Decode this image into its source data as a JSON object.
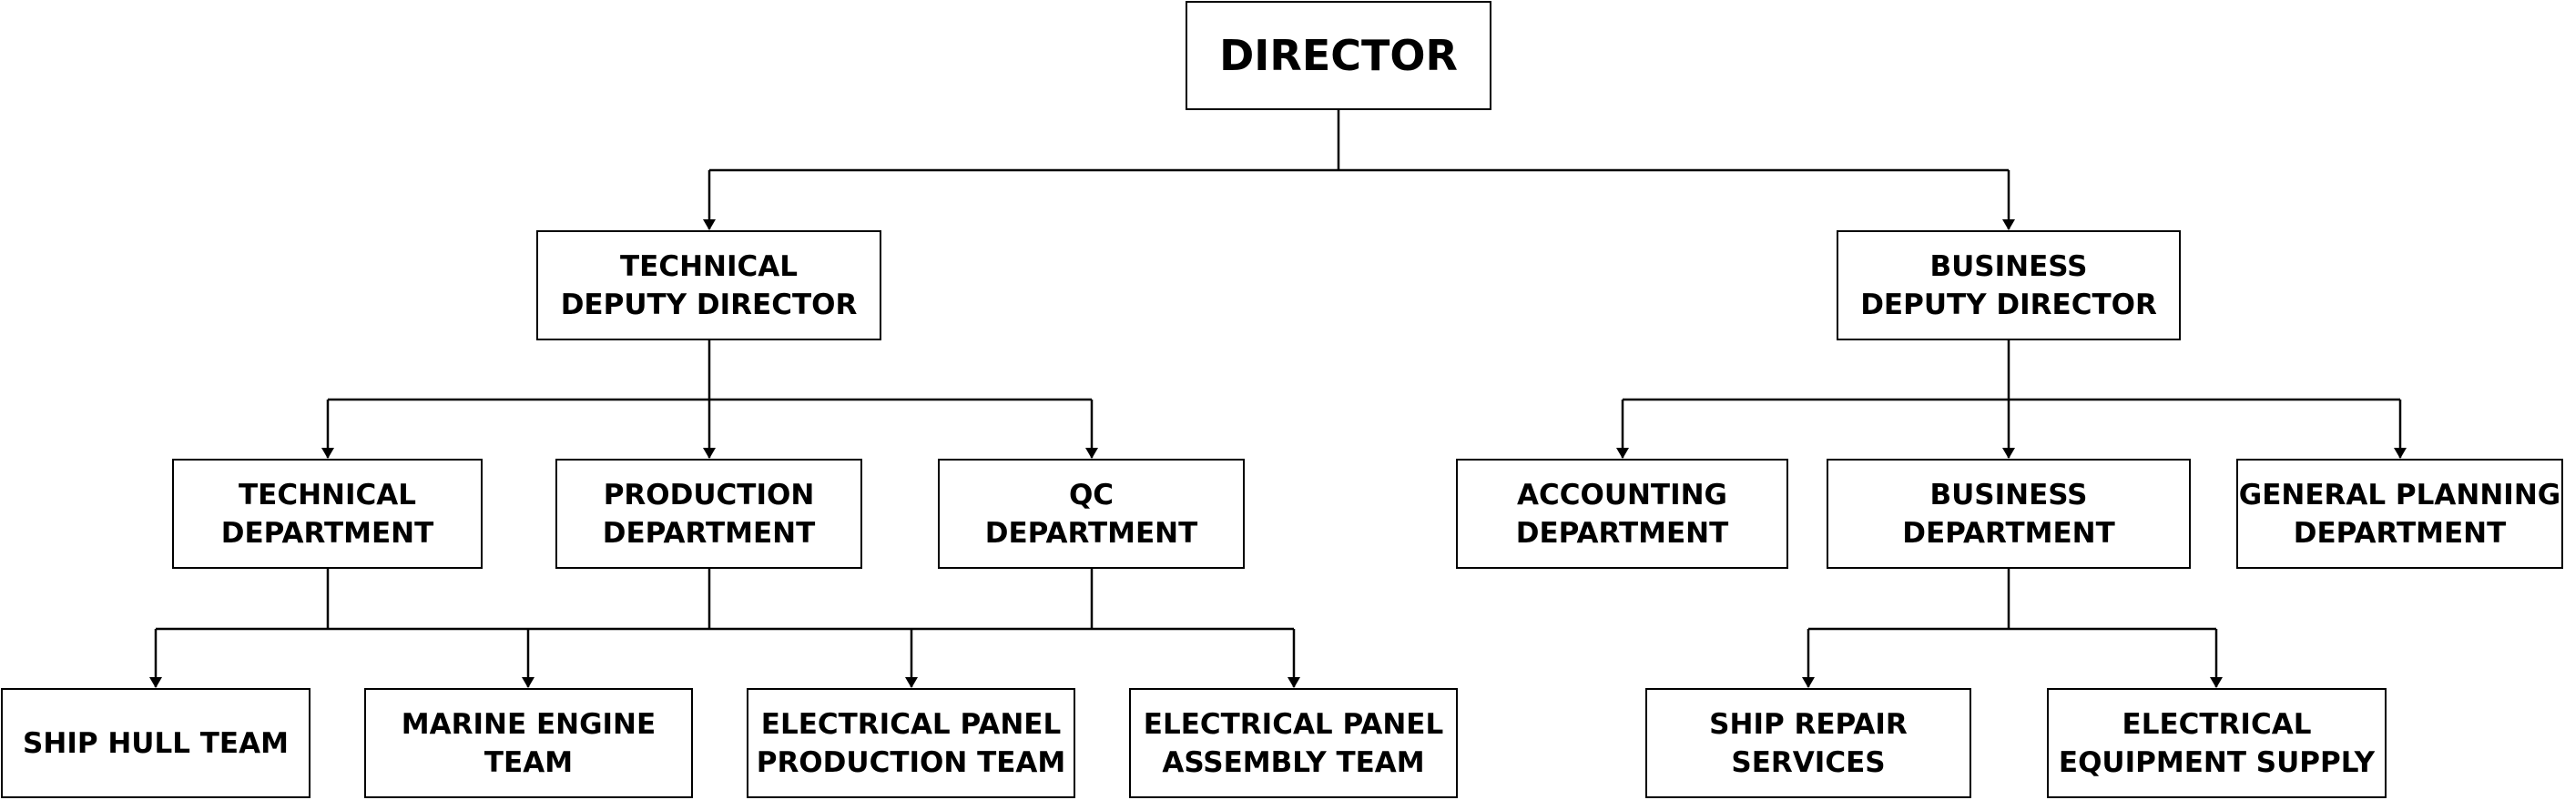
{
  "colors": {
    "line": "#000000",
    "box_border": "#000000",
    "box_fill": "#ffffff",
    "text": "#000000"
  },
  "nodes": {
    "director": {
      "lines": [
        "DIRECTOR"
      ]
    },
    "technical_deputy": {
      "lines": [
        "TECHNICAL",
        "DEPUTY DIRECTOR"
      ]
    },
    "business_deputy": {
      "lines": [
        "BUSINESS",
        "DEPUTY DIRECTOR"
      ]
    },
    "technical_department": {
      "lines": [
        "TECHNICAL",
        "DEPARTMENT"
      ]
    },
    "production_department": {
      "lines": [
        "PRODUCTION",
        "DEPARTMENT"
      ]
    },
    "qc_department": {
      "lines": [
        "QC",
        "DEPARTMENT"
      ]
    },
    "accounting_department": {
      "lines": [
        "ACCOUNTING",
        "DEPARTMENT"
      ]
    },
    "business_department": {
      "lines": [
        "BUSINESS",
        "DEPARTMENT"
      ]
    },
    "general_planning_department": {
      "lines": [
        "GENERAL PLANNING",
        "DEPARTMENT"
      ]
    },
    "ship_hull_team": {
      "lines": [
        "SHIP HULL TEAM"
      ]
    },
    "marine_engine_team": {
      "lines": [
        "MARINE ENGINE",
        "TEAM"
      ]
    },
    "electrical_panel_production_team": {
      "lines": [
        "ELECTRICAL PANEL",
        "PRODUCTION TEAM"
      ]
    },
    "electrical_panel_assembly_team": {
      "lines": [
        "ELECTRICAL PANEL",
        "ASSEMBLY TEAM"
      ]
    },
    "ship_repair_services": {
      "lines": [
        "SHIP REPAIR",
        "SERVICES"
      ]
    },
    "electrical_equipment_supply": {
      "lines": [
        "ELECTRICAL",
        "EQUIPMENT SUPPLY"
      ]
    }
  }
}
